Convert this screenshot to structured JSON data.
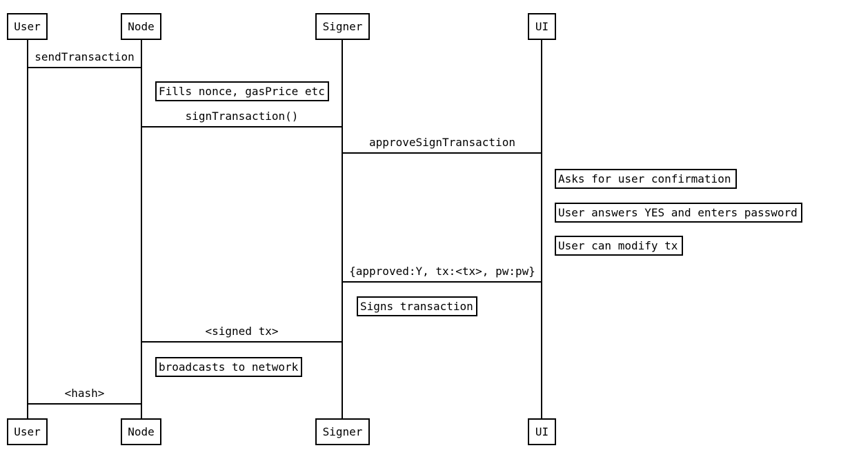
{
  "diagram_type": "sequence-diagram",
  "colors": {
    "background": "#ffffff",
    "line": "#000000",
    "text": "#000000"
  },
  "actors": {
    "user": {
      "label": "User"
    },
    "node": {
      "label": "Node"
    },
    "signer": {
      "label": "Signer"
    },
    "ui": {
      "label": "UI"
    }
  },
  "messages": {
    "send_transaction": {
      "label": "sendTransaction",
      "from": "User",
      "to": "Node"
    },
    "sign_transaction": {
      "label": "signTransaction()",
      "from": "Node",
      "to": "Signer"
    },
    "approve_sign_transaction": {
      "label": "approveSignTransaction",
      "from": "Signer",
      "to": "UI"
    },
    "approved_reply": {
      "label": "{approved:Y, tx:<tx>, pw:pw}",
      "from": "UI",
      "to": "Signer"
    },
    "signed_tx": {
      "label": "<signed tx>",
      "from": "Signer",
      "to": "Node"
    },
    "hash": {
      "label": "<hash>",
      "from": "Node",
      "to": "User"
    }
  },
  "notes": {
    "fills_nonce": {
      "label": "Fills nonce, gasPrice etc",
      "actor": "Node"
    },
    "asks_confirmation": {
      "label": "Asks for user confirmation",
      "actor": "UI"
    },
    "user_answers": {
      "label": "User answers YES and enters password",
      "actor": "UI"
    },
    "user_modify": {
      "label": "User can modify tx",
      "actor": "UI"
    },
    "signs_transaction": {
      "label": "Signs transaction",
      "actor": "Signer"
    },
    "broadcasts": {
      "label": "broadcasts to network",
      "actor": "Node"
    }
  }
}
